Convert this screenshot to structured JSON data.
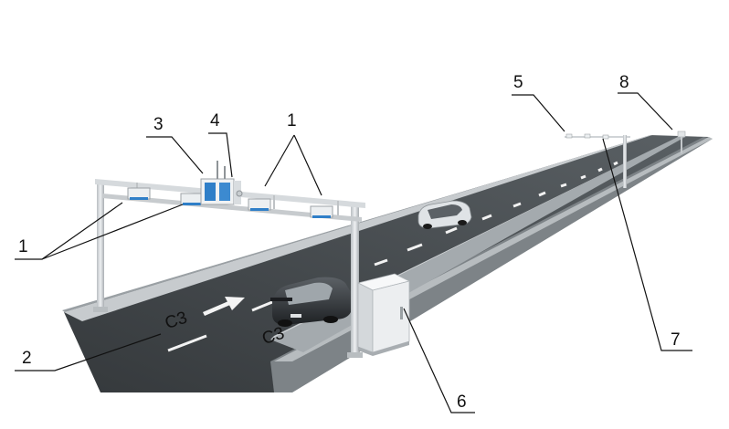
{
  "diagram": {
    "labels": {
      "l1_top": "1",
      "l1_left": "1",
      "l2": "2",
      "l3": "3",
      "l4": "4",
      "l5": "5",
      "l6": "6",
      "l7": "7",
      "l8": "8"
    },
    "road_markings": {
      "mark_a": "C3",
      "mark_b": "C3"
    },
    "colors": {
      "asphalt": "#3f4448",
      "shoulder": "#8c9296",
      "gantry": "#d3d7da",
      "cabinet": "#eef0f1",
      "accent_blue": "#2f7fc8",
      "leader": "#111111"
    }
  }
}
